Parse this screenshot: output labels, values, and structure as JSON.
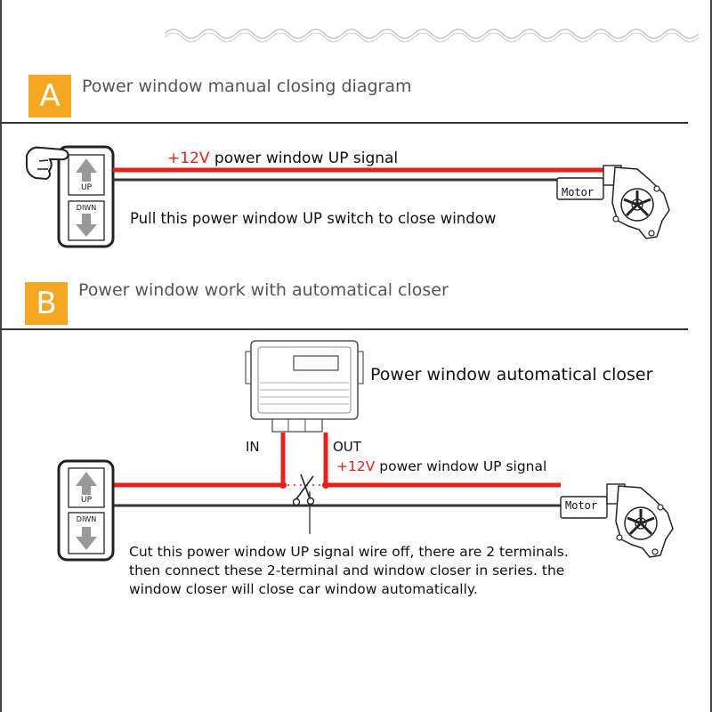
{
  "section_a": {
    "badge": "A",
    "title": "Power window manual closing diagram",
    "signal_voltage": "+12V",
    "signal_text": "power window UP signal",
    "instruction": "Pull this power window UP switch to close window",
    "switch_up_label": "UP",
    "switch_down_label": "DIWN",
    "motor_label": "Motor"
  },
  "section_b": {
    "badge": "B",
    "title": "Power window work with automatical closer",
    "closer_label": "Power window automatical closer",
    "in_label": "IN",
    "out_label": "OUT",
    "signal_voltage": "+12V",
    "signal_text": "power window UP signal",
    "switch_up_label": "UP",
    "switch_down_label": "DIWN",
    "motor_label": "Motor",
    "note_lines": [
      "Cut this power window UP signal wire off, there are 2 terminals.",
      "then connect these 2-terminal and window closer in series. the",
      "window closer will close car window automatically."
    ]
  },
  "colors": {
    "accent": "#f5a623",
    "signal_wire": "#e8201c",
    "ground_wire": "#333333"
  }
}
